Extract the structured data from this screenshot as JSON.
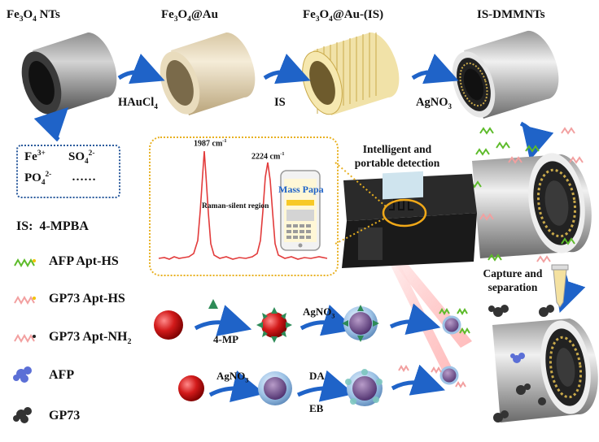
{
  "stages": {
    "s1": {
      "base": "Fe",
      "s1": "3",
      "mid": "O",
      "s2": "4",
      "end": " NTs"
    },
    "s2": {
      "base": "Fe",
      "s1": "3",
      "mid": "O",
      "s2": "4",
      "end": "@Au"
    },
    "s3": {
      "base": "Fe",
      "s1": "3",
      "mid": "O",
      "s2": "4",
      "end": "@Au-(IS)"
    },
    "s4": {
      "text": "IS-DMMNTs"
    }
  },
  "reagents": {
    "r1": {
      "base": "HAuCl",
      "sub": "4"
    },
    "r2": {
      "text": "IS"
    },
    "r3": {
      "base": "AgNO",
      "sub": "3"
    }
  },
  "ions": {
    "fe": {
      "base": "Fe",
      "sup": "3+"
    },
    "so4": {
      "base": "SO",
      "sub": "4",
      "sup": "2-"
    },
    "po4": {
      "base": "PO",
      "sub": "4",
      "sup": "2-"
    },
    "more": "……"
  },
  "raman": {
    "peak1": {
      "base": "1987 cm",
      "sup": "-1"
    },
    "peak2": {
      "base": "2224 cm",
      "sup": "-1"
    },
    "region": "Raman-silent region"
  },
  "phone": {
    "app": "Mass Papa"
  },
  "detection": {
    "line1": "Intelligent and",
    "line2": "portable detection"
  },
  "capture": {
    "line1": "Capture and",
    "line2": "separation"
  },
  "legend": {
    "is": {
      "key": "IS:",
      "value": "4-MPBA"
    },
    "afp_apt": "AFP Apt-HS",
    "gp73_apt_hs": "GP73 Apt-HS",
    "gp73_apt_nh2": {
      "base": "GP73 Apt-NH",
      "sub": "2"
    },
    "afp": "AFP",
    "gp73": "GP73"
  },
  "probes": {
    "mp": "4-MP",
    "agno3_a": {
      "base": "AgNO",
      "sub": "3"
    },
    "agno3_b": {
      "base": "AgNO",
      "sub": "3"
    },
    "da": "DA",
    "eb": "EB"
  },
  "colors": {
    "arrow": "#1f63c8",
    "aptamer_green": "#5dbb2a",
    "aptamer_pink": "#f2a0a0",
    "raman_line": "#e23b3b",
    "tube_dark": "#2b2b2b",
    "gold": "#c9a94a"
  }
}
